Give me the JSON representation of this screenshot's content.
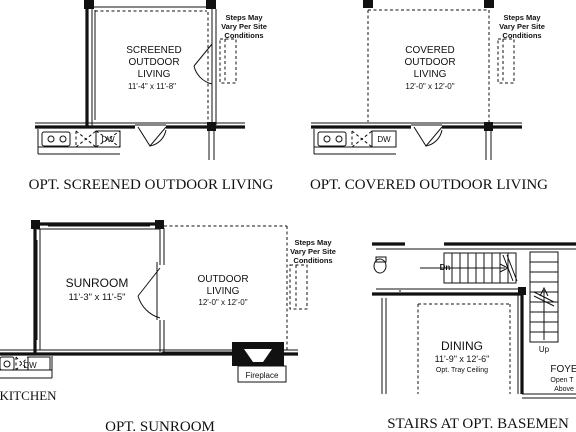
{
  "screened": {
    "room_name_1": "SCREENED",
    "room_name_2": "OUTDOOR",
    "room_name_3": "LIVING",
    "dimensions": "11'-4\" x 11'-8\"",
    "steps_note_1": "Steps May",
    "steps_note_2": "Vary Per Site",
    "steps_note_3": "Conditions",
    "dw": "DW",
    "caption": "OPT. SCREENED OUTDOOR LIVING"
  },
  "covered": {
    "room_name_1": "COVERED",
    "room_name_2": "OUTDOOR",
    "room_name_3": "LIVING",
    "dimensions": "12'-0\" x 12'-0\"",
    "steps_note_1": "Steps May",
    "steps_note_2": "Vary Per Site",
    "steps_note_3": "Conditions",
    "dw": "DW",
    "caption": "OPT. COVERED OUTDOOR LIVING"
  },
  "sunroom": {
    "room_name": "SUNROOM",
    "dimensions": "11'-3\" x 11'-5\"",
    "outdoor_name_1": "OUTDOOR",
    "outdoor_name_2": "LIVING",
    "outdoor_dimensions": "12'-0\" x 12'-0\"",
    "steps_note_1": "Steps May",
    "steps_note_2": "Vary Per Site",
    "steps_note_3": "Conditions",
    "fireplace": "Fireplace",
    "dw": "DW",
    "kitchen": "KITCHEN",
    "caption": "OPT. SUNROOM"
  },
  "stairs": {
    "dn": "Dn",
    "up": "Up",
    "dining": "DINING",
    "dining_dimensions": "11'-9\" x 12'-6\"",
    "tray_note": "Opt. Tray Ceiling",
    "foyer": "FOYE",
    "foyer_note_1": "Open T",
    "foyer_note_2": "Above",
    "caption": "STAIRS AT OPT. BASEMEN"
  }
}
